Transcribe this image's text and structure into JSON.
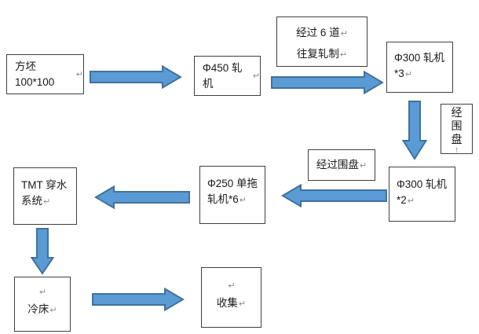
{
  "colors": {
    "arrow_fill": "#5B9BD5",
    "arrow_stroke": "#41719C",
    "box_border": "#404040",
    "text": "#1a1a1a",
    "mark": "#8c8c8c",
    "background": "#ffffff"
  },
  "marks": {
    "pilcrow": "↵",
    "pilcrow_vertical": "↑"
  },
  "nodes": {
    "billet": {
      "label": "方坯 100*100"
    },
    "mill450": {
      "label": "Φ450 轧机"
    },
    "passes": {
      "line1": "经过 6 道",
      "line2": "往复轧制"
    },
    "mill300x3": {
      "line1": "Φ300 轧机",
      "line2": "*3"
    },
    "coiler_vertical": {
      "label": "经围盘"
    },
    "mill300x2": {
      "line1": "Φ300 轧机",
      "line2": "*2"
    },
    "coiler_note": {
      "label": "经过围盘"
    },
    "mill250": {
      "line1": "Φ250 单拖",
      "line2": "轧机*6"
    },
    "tmt": {
      "line1": "TMT 穿水",
      "line2": "系统"
    },
    "cooling_bed": {
      "label": "冷床"
    },
    "collect": {
      "label": "收集"
    }
  }
}
